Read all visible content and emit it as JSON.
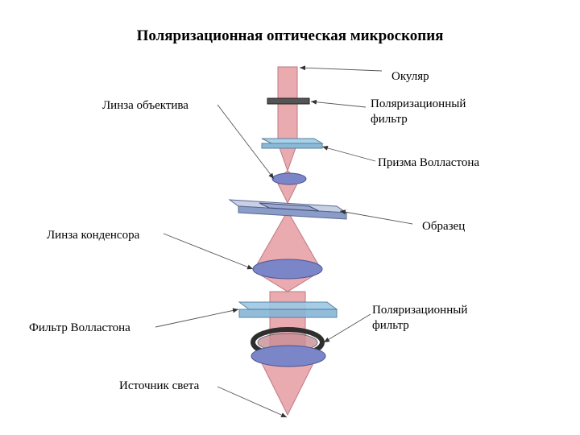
{
  "title": "Поляризационная оптическая микроскопия",
  "labels": {
    "eyepiece": "Окуляр",
    "objective_lens": "Линза объектива",
    "polarizing_filter_top_line1": "Поляризационный",
    "polarizing_filter_top_line2": "фильтр",
    "wollaston_prism": "Призма Волластона",
    "sample": "Образец",
    "condenser_lens": "Линза конденсора",
    "wollaston_filter": "Фильтр Волластона",
    "polarizing_filter_bottom_line1": "Поляризационный",
    "polarizing_filter_bottom_line2": "фильтр",
    "light_source": "Источник света"
  },
  "colors": {
    "beam": "#e8a3a8",
    "lens": "#7b86c9",
    "prism": "#9cc8e4",
    "filter": "#3a3a3a",
    "stage": "#8a9cc8",
    "leader": "#555555"
  }
}
